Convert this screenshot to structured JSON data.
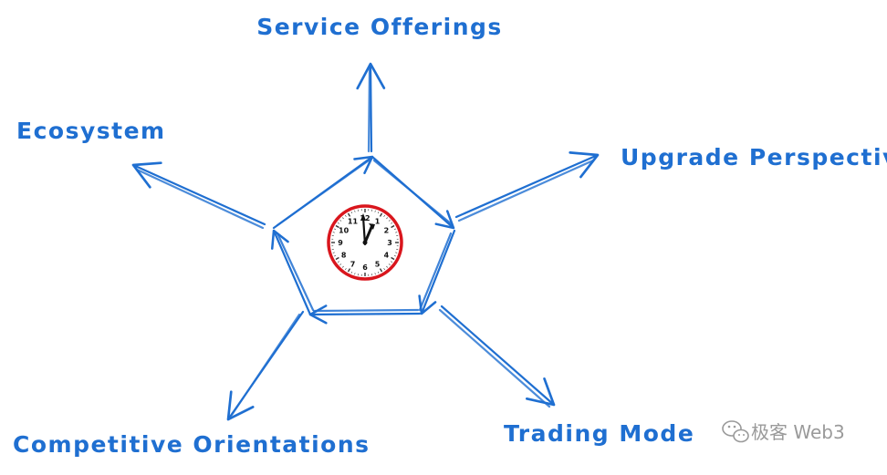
{
  "labels": {
    "top": "Service Offerings",
    "upper_left": "Ecosystem",
    "upper_right": "Upgrade Perspectives",
    "lower_left": "Competitive Orientations",
    "lower_right": "Trading Mode"
  },
  "clock": {
    "numbers": [
      "12",
      "1",
      "2",
      "3",
      "4",
      "5",
      "6",
      "7",
      "8",
      "9",
      "10",
      "11"
    ],
    "time": "12:04"
  },
  "watermark": {
    "text": "极客 Web3",
    "icon": "wechat-icon"
  },
  "colors": {
    "stroke": "#1f6fd1",
    "clock_rim": "#d9161d"
  }
}
